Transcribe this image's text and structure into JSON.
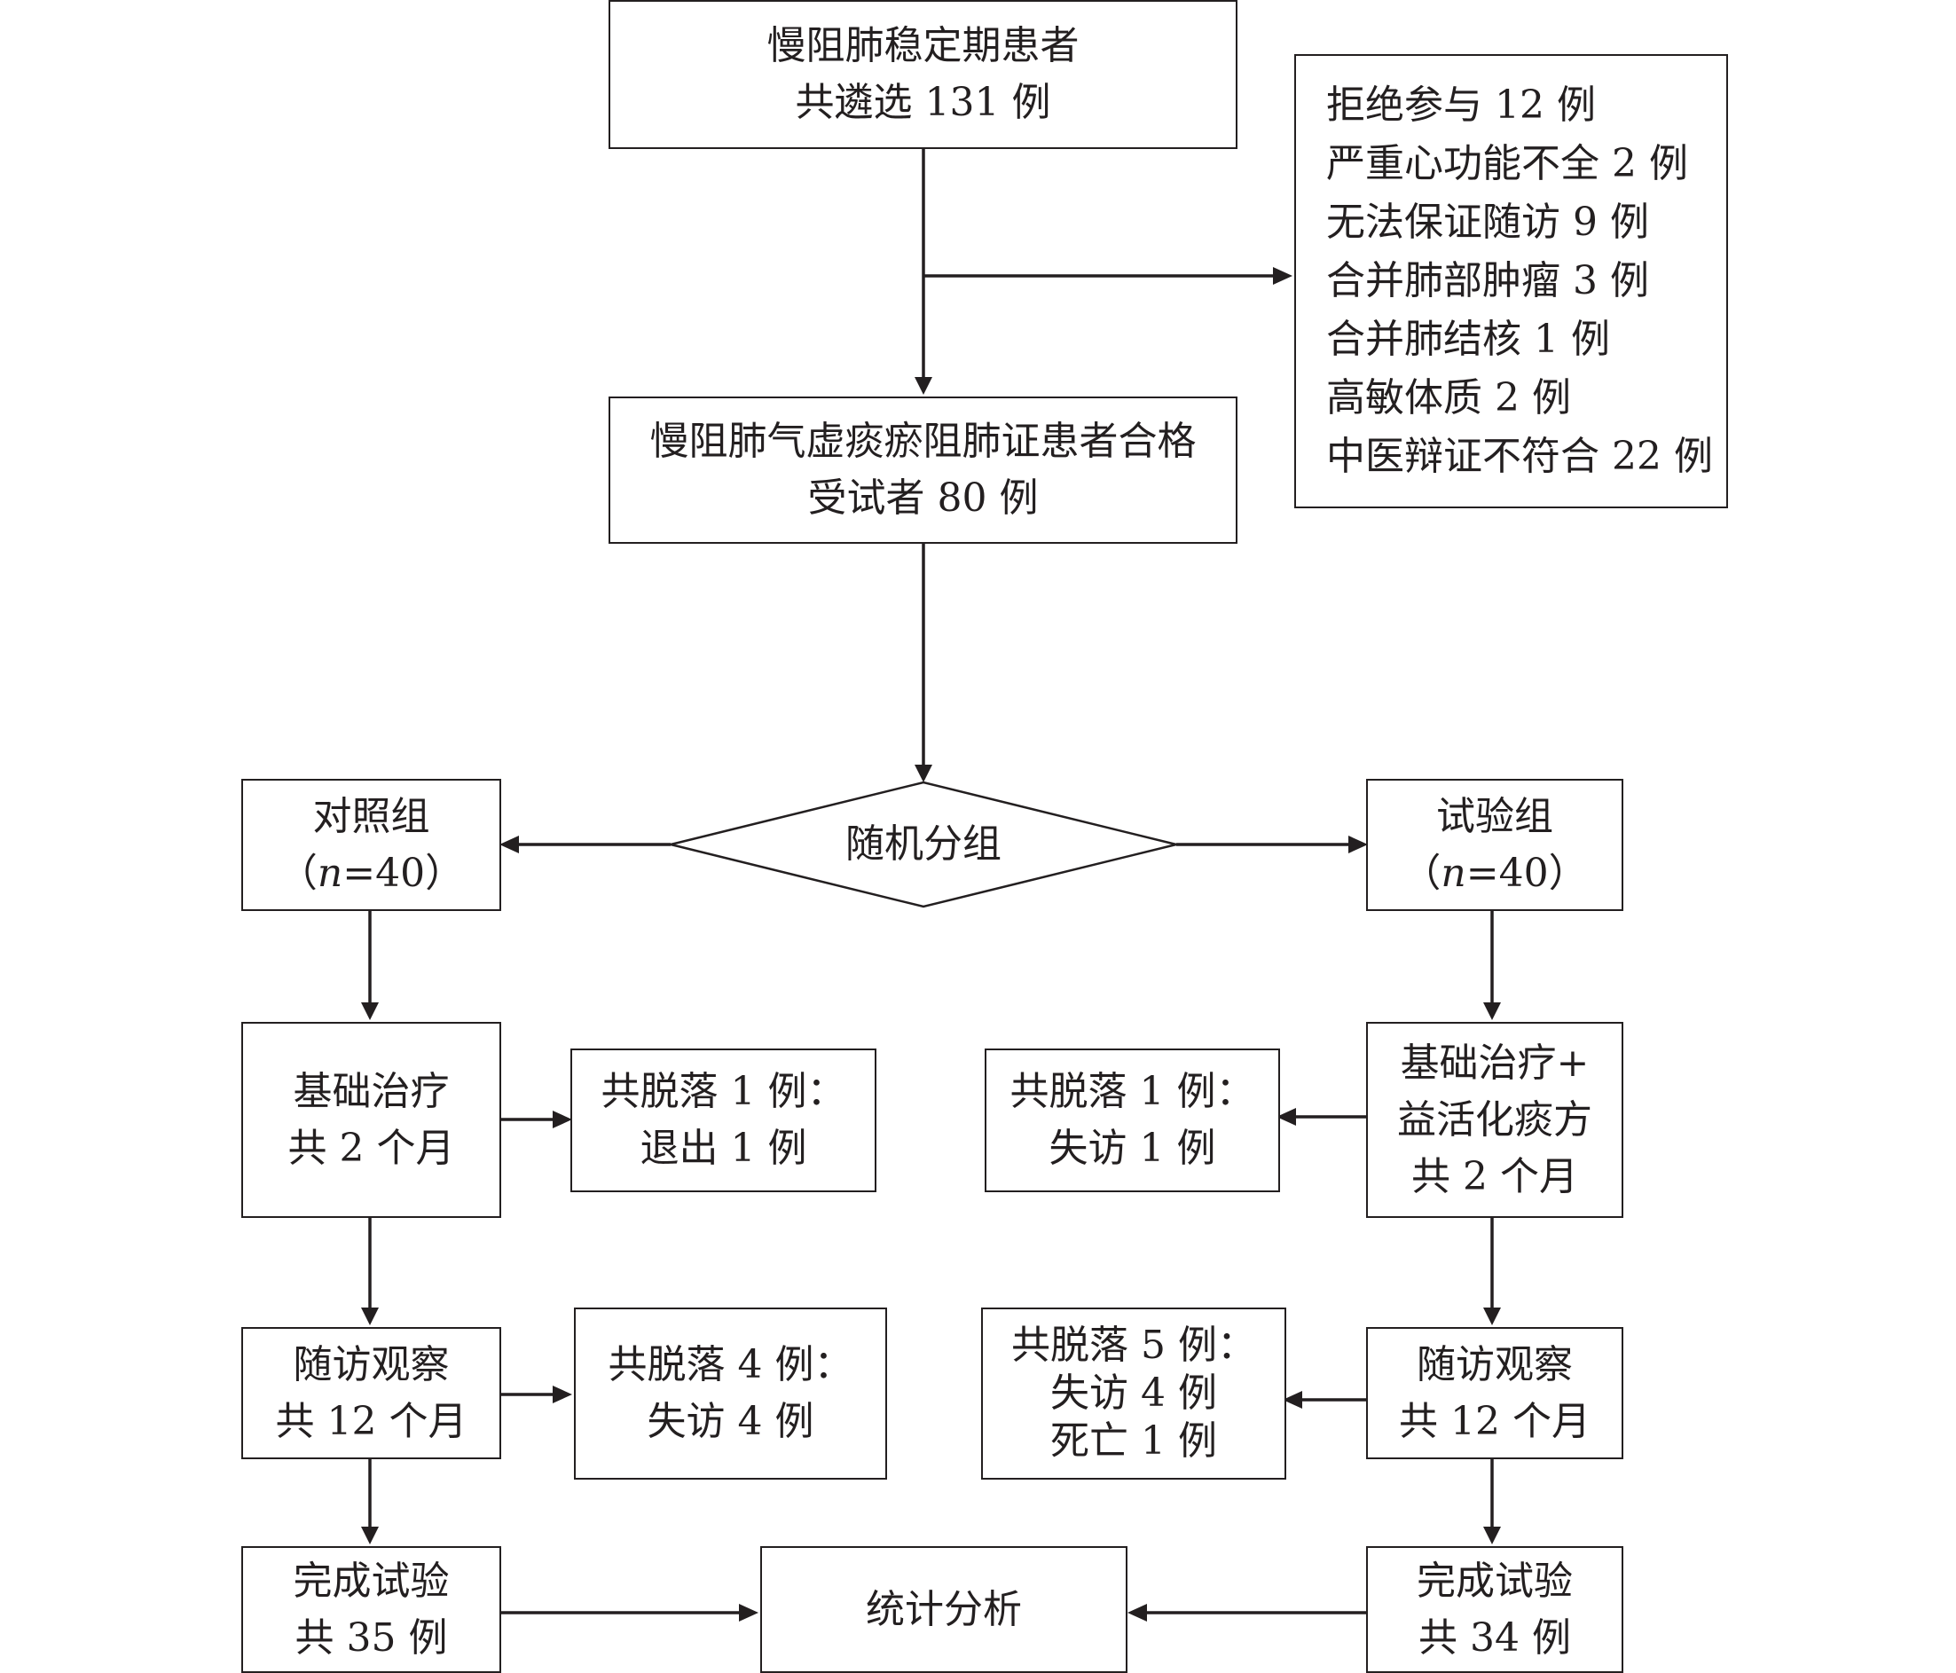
{
  "screening": {
    "line1": "慢阻肺稳定期患者",
    "line2": "共遴选 131 例"
  },
  "exclusions": [
    "拒绝参与 12 例",
    "严重心功能不全 2 例",
    "无法保证随访 9 例",
    "合并肺部肿瘤 3 例",
    "合并肺结核 1 例",
    "高敏体质 2 例",
    "中医辩证不符合 22 例"
  ],
  "eligible": {
    "line1": "慢阻肺气虚痰瘀阻肺证患者合格",
    "line2": "受试者 80 例"
  },
  "randomization": {
    "label": "随机分组"
  },
  "control_group": {
    "title": "对照组",
    "n": "（n=40）",
    "treatment": {
      "line1": "基础治疗",
      "line2": "共 2 个月"
    },
    "dropout_treatment": {
      "line1": "共脱落 1 例：",
      "line2": "退出 1 例"
    },
    "followup": {
      "line1": "随访观察",
      "line2": "共 12 个月"
    },
    "dropout_followup": {
      "line1": "共脱落 4 例：",
      "line2": "失访 4 例"
    },
    "completed": {
      "line1": "完成试验",
      "line2": "共 35 例"
    }
  },
  "trial_group": {
    "title": "试验组",
    "n": "（n=40）",
    "treatment": {
      "line1": "基础治疗+",
      "line2": "益活化痰方",
      "line3": "共 2 个月"
    },
    "dropout_treatment": {
      "line1": "共脱落 1 例：",
      "line2": "失访 1 例"
    },
    "followup": {
      "line1": "随访观察",
      "line2": "共 12 个月"
    },
    "dropout_followup": {
      "line1": "共脱落 5 例：",
      "line2": "失访 4 例",
      "line3": "死亡 1 例"
    },
    "completed": {
      "line1": "完成试验",
      "line2": "共 34 例"
    }
  },
  "analysis": {
    "label": "统计分析"
  }
}
